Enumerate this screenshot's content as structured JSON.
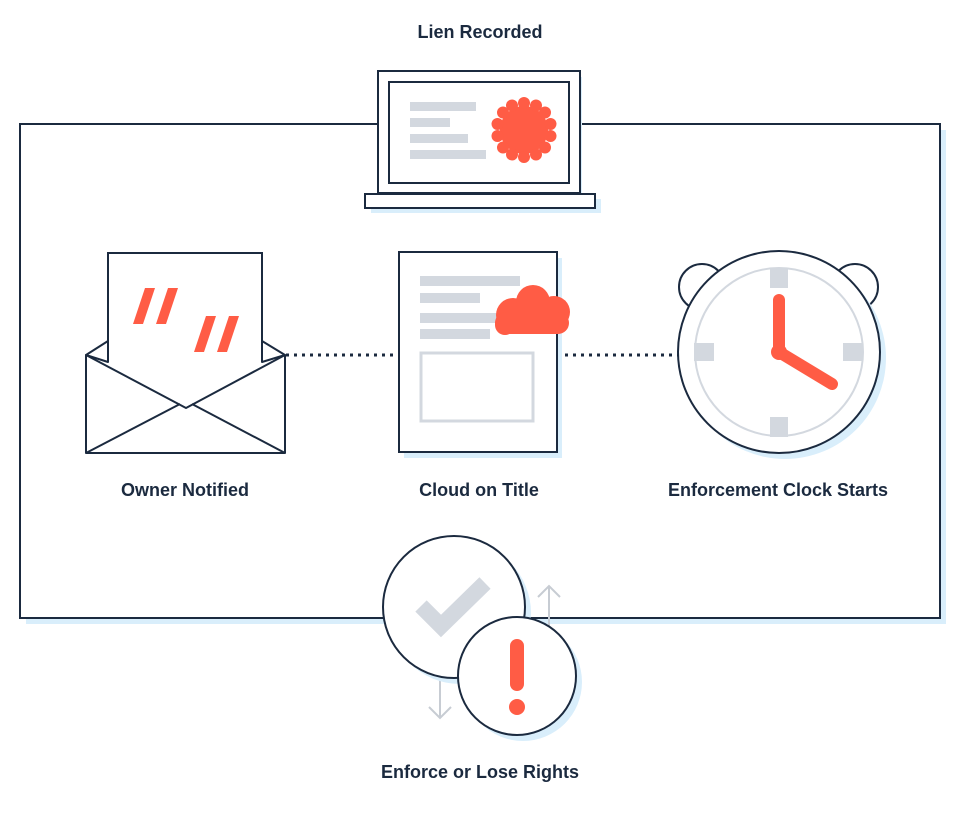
{
  "steps": {
    "lien_recorded": "Lien Recorded",
    "owner_notified": "Owner Notified",
    "cloud_on_title": "Cloud on Title",
    "enforcement_clock": "Enforcement Clock Starts",
    "enforce_or_lose": "Enforce or Lose Rights"
  },
  "colors": {
    "ink": "#1b2a3f",
    "accent": "#ff5c45",
    "gray": "#d3d8df",
    "shadow": "#d9eefb",
    "arrow": "#c7ccd3"
  },
  "icons": [
    "laptop-icon",
    "seal-icon",
    "envelope-icon",
    "quote-icon",
    "document-icon",
    "cloud-icon",
    "alarm-clock-icon",
    "checkmark-icon",
    "exclamation-icon",
    "arrow-up-icon",
    "arrow-down-icon"
  ]
}
